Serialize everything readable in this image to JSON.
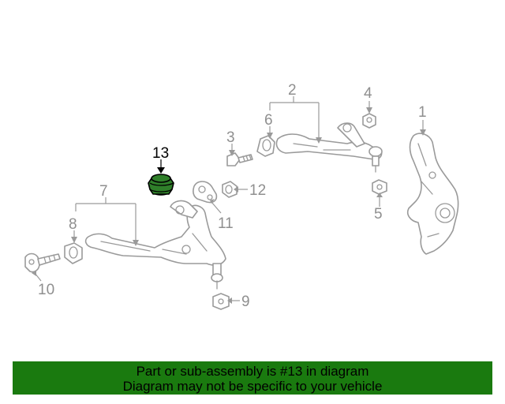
{
  "callouts": {
    "c1": "1",
    "c2": "2",
    "c3": "3",
    "c4": "4",
    "c5": "5",
    "c6": "6",
    "c7": "7",
    "c8": "8",
    "c9": "9",
    "c10": "10",
    "c11": "11",
    "c12": "12",
    "c13": "13"
  },
  "highlighted_part": "13",
  "colors": {
    "highlight": "#2f7f2a",
    "banner": "#1a7a0f",
    "line": "#9a9a9a"
  },
  "banner": {
    "line1": "Part or sub-assembly is #13 in diagram",
    "line2": "Diagram may not be specific to your vehicle"
  }
}
